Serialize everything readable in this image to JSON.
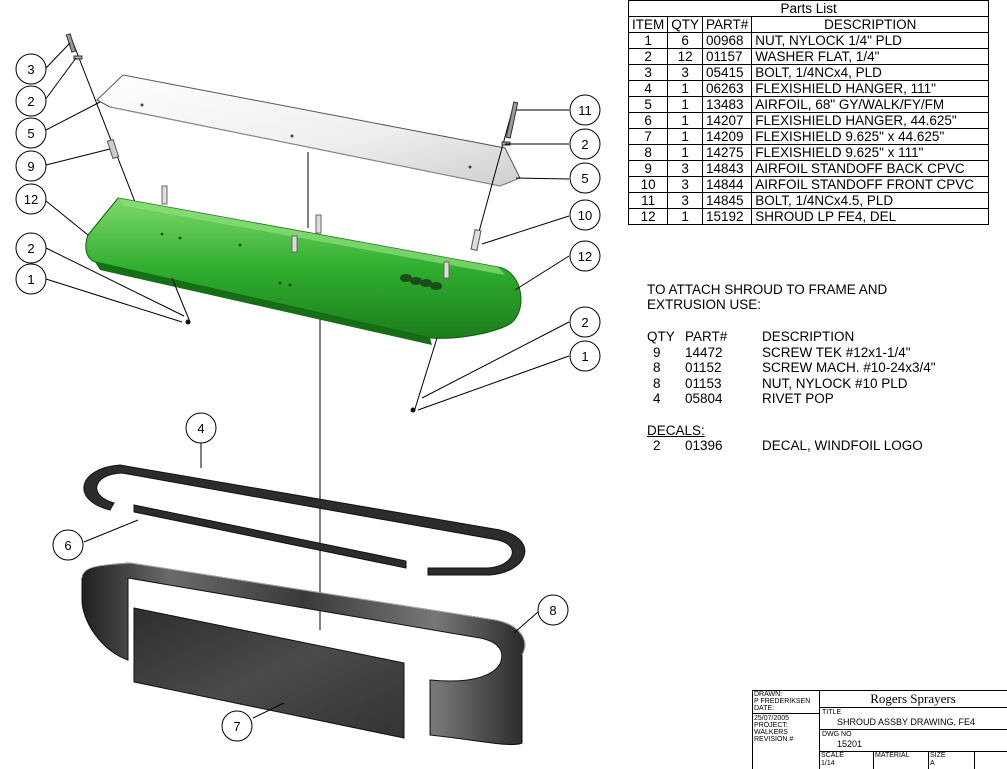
{
  "parts_list": {
    "title": "Parts List",
    "headers": [
      "ITEM",
      "QTY",
      "PART#",
      "DESCRIPTION"
    ],
    "rows": [
      [
        "1",
        "6",
        "00968",
        "NUT, NYLOCK 1/4\" PLD"
      ],
      [
        "2",
        "12",
        "01157",
        "WASHER FLAT, 1/4\""
      ],
      [
        "3",
        "3",
        "05415",
        "BOLT, 1/4NCx4, PLD"
      ],
      [
        "4",
        "1",
        "06263",
        "FLEXISHIELD HANGER, 111\""
      ],
      [
        "5",
        "1",
        "13483",
        "AIRFOIL, 68\" GY/WALK/FY/FM"
      ],
      [
        "6",
        "1",
        "14207",
        "FLEXISHIELD HANGER, 44.625\""
      ],
      [
        "7",
        "1",
        "14209",
        "FLEXISHIELD 9.625\" x 44.625\""
      ],
      [
        "8",
        "1",
        "14275",
        "FLEXISHIELD 9.625\" x 111\""
      ],
      [
        "9",
        "3",
        "14843",
        "AIRFOIL STANDOFF BACK CPVC"
      ],
      [
        "10",
        "3",
        "14844",
        "AIRFOIL STANDOFF FRONT CPVC"
      ],
      [
        "11",
        "3",
        "14845",
        "BOLT, 1/4NCx4.5, PLD"
      ],
      [
        "12",
        "1",
        "15192",
        "SHROUD LP FE4, DEL"
      ]
    ]
  },
  "attach_note": {
    "line1": "TO ATTACH SHROUD TO FRAME AND",
    "line2": "EXTRUSION USE:",
    "headers": [
      "QTY",
      "PART#",
      "DESCRIPTION"
    ],
    "rows": [
      [
        "9",
        "14472",
        "SCREW TEK #12x1-1/4\""
      ],
      [
        "8",
        "01152",
        "SCREW MACH. #10-24x3/4\""
      ],
      [
        "8",
        "01153",
        "NUT, NYLOCK #10 PLD"
      ],
      [
        "4",
        "05804",
        "RIVET POP"
      ]
    ]
  },
  "decals": {
    "heading": "DECALS:",
    "rows": [
      [
        "2",
        "01396",
        "DECAL, WINDFOIL LOGO"
      ]
    ]
  },
  "balloons": [
    "3",
    "2",
    "5",
    "9",
    "12",
    "2",
    "1",
    "11",
    "2",
    "5",
    "10",
    "12",
    "2",
    "1",
    "4",
    "6",
    "8",
    "7"
  ],
  "title_block": {
    "drawn_label": "DRAWN:",
    "drawn_value": "P FREDERIKSEN",
    "date_label": "DATE:",
    "date_value": "25/07/2005",
    "project_label": "PROJECT:",
    "project_value": "WALKERS",
    "revision_label": "REVISION #",
    "company": "Rogers Sprayers",
    "title_label": "TITLE",
    "title_value": "SHROUD ASSBY DRAWING, FE4",
    "dwg_label": "DWG NO",
    "dwg_value": "15201",
    "scale_label": "SCALE",
    "scale_value": "1/14",
    "material_label": "MATERIAL",
    "size_label": "SIZE",
    "size_value": "A"
  },
  "colors": {
    "shroud_green": "#2fae2f",
    "airfoil_grey": "#e6e6e6",
    "shield_dark": "#3a3a3a"
  }
}
